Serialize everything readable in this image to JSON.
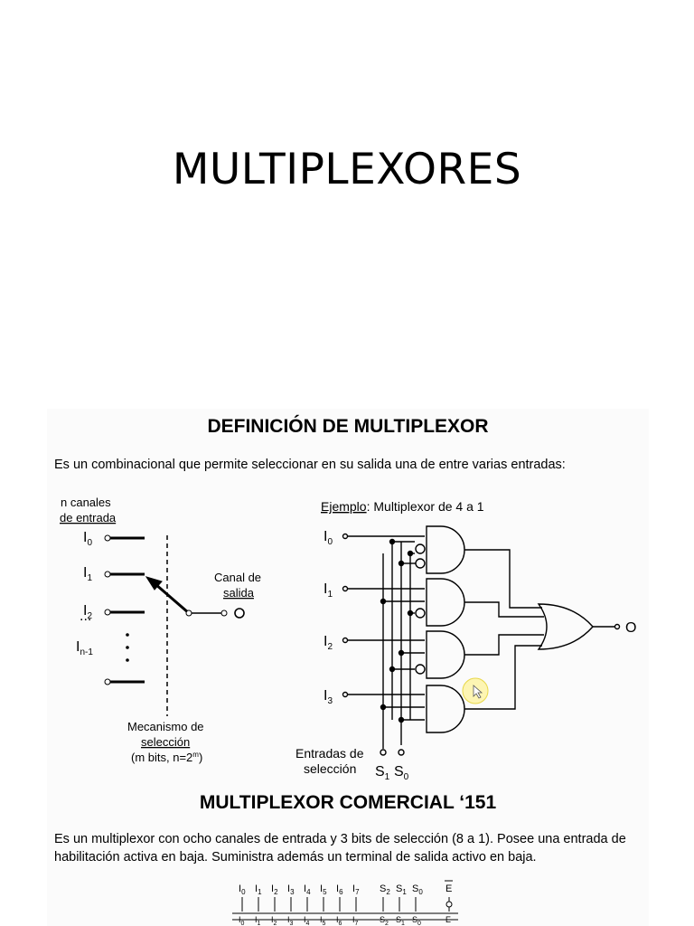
{
  "slide": {
    "title": "MULTIPLEXORES"
  },
  "definition": {
    "title": "DEFINICIÓN DE MULTIPLEXOR",
    "description": "Es un combinacional que permite seleccionar en su salida una de entre varias entradas:",
    "switch_model": {
      "input_label_line1": "n canales",
      "input_label_line2": "de entrada",
      "inputs": [
        "I",
        "I",
        "I",
        "I"
      ],
      "input_subscripts": [
        "0",
        "1",
        "2",
        "n-1"
      ],
      "ellipsis": "...",
      "output_label_line1": "Canal de",
      "output_label_line2": "salida",
      "output_symbol": "O",
      "selector_line1": "Mecanismo de",
      "selector_line2": "selección",
      "selector_line3": "(m bits, n=2",
      "selector_line3_sup": "m",
      "selector_line3_end": ")"
    },
    "example": {
      "label_underlined": "Ejemplo",
      "label_rest": ": Multiplexor de 4 a 1",
      "inputs": [
        "I",
        "I",
        "I",
        "I"
      ],
      "input_subscripts": [
        "0",
        "1",
        "2",
        "3"
      ],
      "output_symbol": "O",
      "select_label_line1": "Entradas de",
      "select_label_line2": "selección",
      "select_signals": [
        "S",
        "S"
      ],
      "select_subscripts": [
        "1",
        "0"
      ]
    }
  },
  "commercial": {
    "title": "MULTIPLEXOR COMERCIAL ‘151",
    "line1": "Es un multiplexor con ocho canales de entrada y 3 bits de selección (8 a 1). Posee una entrada de",
    "line2": "habilitación activa en baja. Suministra además un terminal de salida activo en baja.",
    "pins": [
      "I0",
      "I1",
      "I2",
      "I3",
      "I4",
      "I5",
      "I6",
      "I7",
      "S2",
      "S1",
      "S0",
      "E"
    ]
  }
}
